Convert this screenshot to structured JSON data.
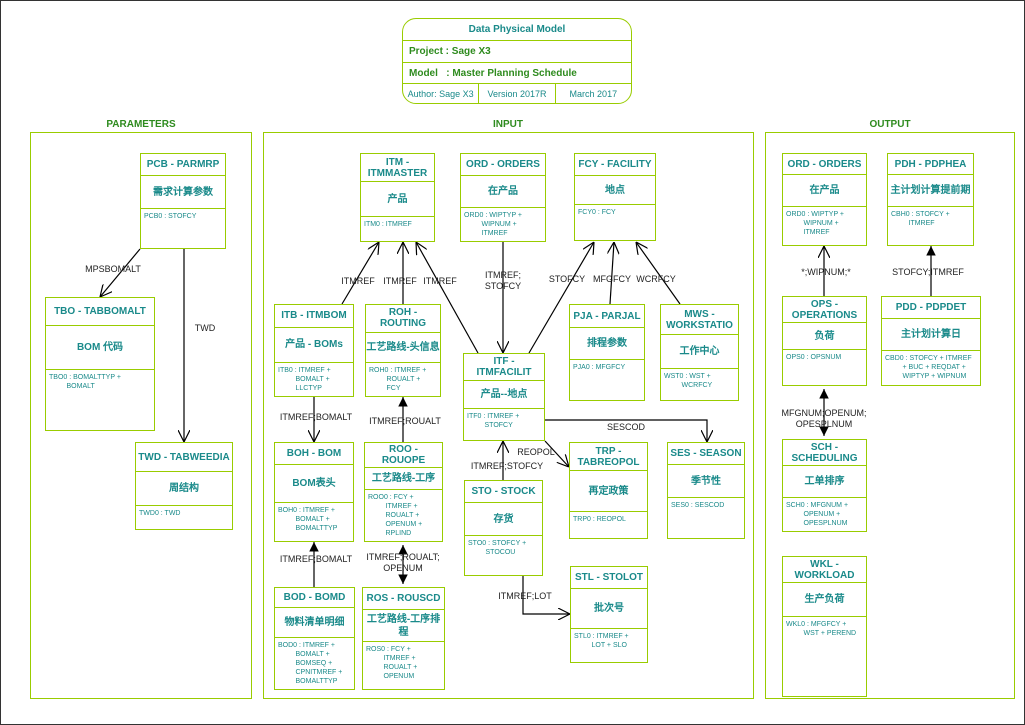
{
  "header": {
    "title": "Data Physical Model",
    "project": "Project : Sage X3",
    "model": "Model   : Master Planning Schedule",
    "author": "Author: Sage X3",
    "version": "Version 2017R",
    "date": "March 2017"
  },
  "panels": {
    "parameters": "PARAMETERS",
    "input": "INPUT",
    "output": "OUTPUT"
  },
  "colors": {
    "border": "#99cc00",
    "text": "#1a8a8a",
    "project": "#2e8b1e"
  },
  "entities": {
    "PCB": {
      "title": "PCB - PARMRP",
      "label": "需求计算参数",
      "keys": "PCB0 : STOFCY"
    },
    "TBO": {
      "title": "TBO - TABBOMALT",
      "label": "BOM 代码",
      "keys": "TBO0 : BOMALTTYP +\n         BOMALT"
    },
    "TWD": {
      "title": "TWD - TABWEEDIA",
      "label": "周结构",
      "keys": "TWD0 : TWD"
    },
    "ITM": {
      "title": "ITM - ITMMASTER",
      "label": "产品",
      "keys": "ITM0 : ITMREF"
    },
    "ORDI": {
      "title": "ORD - ORDERS",
      "label": "在产品",
      "keys": "ORD0 : WIPTYP +\n         WIPNUM +\n         ITMREF"
    },
    "FCY": {
      "title": "FCY - FACILITY",
      "label": "地点",
      "keys": "FCY0 : FCY"
    },
    "ITB": {
      "title": "ITB - ITMBOM",
      "label": "产品 - BOMs",
      "keys": "ITB0 : ITMREF +\n         BOMALT +\n         LLCTYP"
    },
    "ROH": {
      "title": "ROH - ROUTING",
      "label": "工艺路线-头信息",
      "keys": "ROH0 : ITMREF +\n         ROUALT +\n         FCY"
    },
    "ITF": {
      "title": "ITF - ITMFACILIT",
      "label": "产品--地点",
      "keys": "ITF0 : ITMREF +\n         STOFCY"
    },
    "PJA": {
      "title": "PJA - PARJAL",
      "label": "排程参数",
      "keys": "PJA0 : MFGFCY"
    },
    "MWS": {
      "title": "MWS - WORKSTATIO",
      "label": "工作中心",
      "keys": "WST0 : WST +\n         WCRFCY"
    },
    "BOH": {
      "title": "BOH - BOM",
      "label": "BOM表头",
      "keys": "BOH0 : ITMREF +\n         BOMALT +\n         BOMALTTYP"
    },
    "ROO": {
      "title": "ROO - ROUOPE",
      "label": "工艺路线-工序",
      "keys": "ROO0 : FCY +\n         ITMREF +\n         ROUALT +\n         OPENUM +\n         RPLIND"
    },
    "STO": {
      "title": "STO - STOCK",
      "label": "存货",
      "keys": "STO0 : STOFCY +\n         STOCOU"
    },
    "TRP": {
      "title": "TRP - TABREOPOL",
      "label": "再定政策",
      "keys": "TRP0 : REOPOL"
    },
    "SES": {
      "title": "SES - SEASON",
      "label": "季节性",
      "keys": "SES0 : SESCOD"
    },
    "STL": {
      "title": "STL - STOLOT",
      "label": "批次号",
      "keys": "STL0 : ITMREF +\n         LOT + SLO"
    },
    "BOD": {
      "title": "BOD - BOMD",
      "label": "物料清单明细",
      "keys": "BOD0 : ITMREF +\n         BOMALT +\n         BOMSEQ +\n         CPNITMREF +\n         BOMALTTYP"
    },
    "ROS": {
      "title": "ROS - ROUSCD",
      "label": "工艺路线-工序排程",
      "keys": "ROS0 : FCY +\n         ITMREF +\n         ROUALT +\n         OPENUM"
    },
    "ORDO": {
      "title": "ORD - ORDERS",
      "label": "在产品",
      "keys": "ORD0 : WIPTYP +\n         WIPNUM +\n         ITMREF"
    },
    "PDH": {
      "title": "PDH - PDPHEA",
      "label": "主计划计算提前期",
      "keys": "CBH0 : STOFCY +\n         ITMREF"
    },
    "OPS": {
      "title": "OPS - OPERATIONS",
      "label": "负荷",
      "keys": "OPS0 : OPSNUM"
    },
    "PDD": {
      "title": "PDD - PDPDET",
      "label": "主计划计算日",
      "keys": "CBD0 : STOFCY + ITMREF\n         + BUC + REQDAT +\n         WIPTYP + WIPNUM"
    },
    "SCH": {
      "title": "SCH - SCHEDULING",
      "label": "工单排序",
      "keys": "SCH0 : MFGNUM +\n         OPENUM +\n         OPESPLNUM"
    },
    "WKL": {
      "title": "WKL - WORKLOAD",
      "label": "生产负荷",
      "keys": "WKL0 : MFGFCY +\n         WST + PEREND"
    }
  },
  "relations": [
    {
      "from": "PCB",
      "to": "TBO",
      "label": "MPSBOMALT"
    },
    {
      "from": "PCB",
      "to": "TWD",
      "label": "TWD"
    },
    {
      "from": "ITB",
      "to": "ITM",
      "label": "ITMREF"
    },
    {
      "from": "ROH",
      "to": "ITM",
      "label": "ITMREF"
    },
    {
      "from": "ITF",
      "to": "ITM",
      "label": "ITMREF"
    },
    {
      "from": "ORDI",
      "to": "ITF",
      "label": "ITMREF;\nSTOFCY"
    },
    {
      "from": "ITF",
      "to": "FCY",
      "label": "STOFCY"
    },
    {
      "from": "PJA",
      "to": "FCY",
      "label": "MFGFCY"
    },
    {
      "from": "MWS",
      "to": "FCY",
      "label": "WCRFCY"
    },
    {
      "from": "ITB",
      "to": "BOH",
      "label": "ITMREF;BOMALT"
    },
    {
      "from": "ROO",
      "to": "ROH",
      "label": "ITMREF;ROUALT"
    },
    {
      "from": "BOD",
      "to": "BOH",
      "label": "ITMREF;BOMALT"
    },
    {
      "from": "ROS",
      "to": "ROO",
      "label": "ITMREF;ROUALT;\nOPENUM"
    },
    {
      "from": "STO",
      "to": "ITF",
      "label": "ITMREF;STOFCY"
    },
    {
      "from": "ITF",
      "to": "TRP",
      "label": "REOPOL"
    },
    {
      "from": "ITF",
      "to": "SES",
      "label": "SESCOD"
    },
    {
      "from": "STO",
      "to": "STL",
      "label": "ITMREF;LOT"
    },
    {
      "from": "OPS",
      "to": "ORDO",
      "label": "*;WIPNUM;*"
    },
    {
      "from": "PDD",
      "to": "PDH",
      "label": "STOFCY;ITMREF"
    },
    {
      "from": "OPS",
      "to": "SCH",
      "label": "MFGNUM;OPENUM;\nOPESPLNUM"
    }
  ]
}
